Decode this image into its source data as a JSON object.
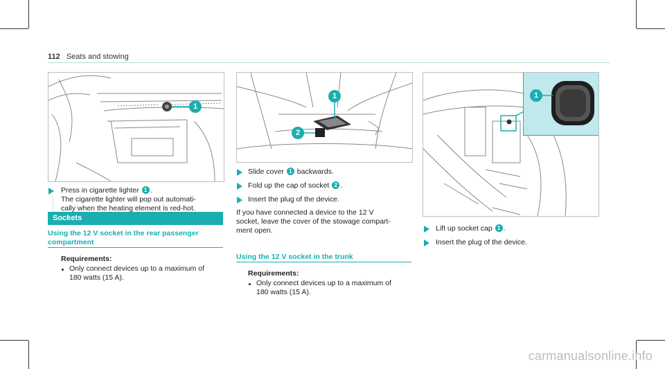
{
  "header": {
    "page_number": "112",
    "section": "Seats and stowing"
  },
  "column1": {
    "callouts": [
      "1"
    ],
    "step": {
      "line1_prefix": "Press in cigarette lighter ",
      "num": "1",
      "line1_suffix": ".",
      "line2": "The cigarette lighter will pop out automati-",
      "line3": "cally when the heating element is red-hot."
    },
    "section_title": "Sockets",
    "subhead_line1": "Using the 12 V socket in the rear passenger",
    "subhead_line2": "compartment",
    "req_label": "Requirements:",
    "bullet_line1": "Only connect devices up to a maximum of",
    "bullet_line2": "180 watts (15 A)."
  },
  "column2": {
    "callouts": [
      "1",
      "2"
    ],
    "step1": {
      "prefix": "Slide cover ",
      "num": "1",
      "suffix": " backwards."
    },
    "step2": {
      "prefix": "Fold up the cap of socket ",
      "num": "2",
      "suffix": "."
    },
    "step3": "Insert the plug of the device.",
    "para_line1": "If you have connected a device to the 12 V",
    "para_line2": "socket, leave the cover of the stowage compart-",
    "para_line3": "ment open.",
    "subhead": "Using the 12 V socket in the trunk",
    "req_label": "Requirements:",
    "bullet_line1": "Only connect devices up to a maximum of",
    "bullet_line2": "180 watts (15 A)."
  },
  "column3": {
    "callouts": [
      "1"
    ],
    "step1": {
      "prefix": "Lift up socket cap ",
      "num": "1",
      "suffix": "."
    },
    "step2": "Insert the plug of the device."
  },
  "watermark": "carmanualsonline.info",
  "colors": {
    "accent": "#1aaeb0",
    "inset_bg": "#bfe9ec"
  }
}
